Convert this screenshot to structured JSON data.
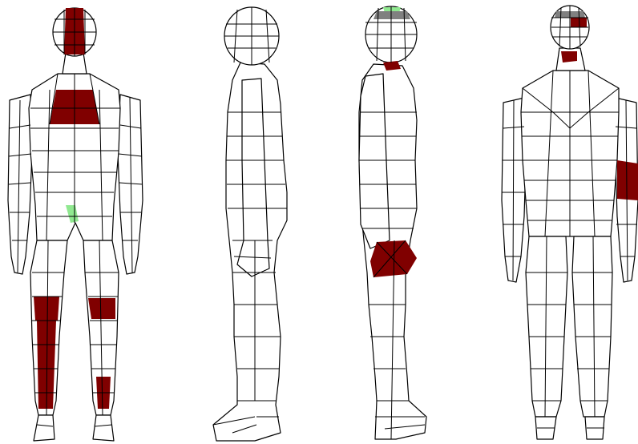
{
  "figure": {
    "type": "body-mesh-diagram",
    "views": [
      {
        "id": "front",
        "marked_regions": [
          "head",
          "chest",
          "groin",
          "left-thigh",
          "right-thigh",
          "left-shin",
          "right-shin"
        ]
      },
      {
        "id": "side-left",
        "marked_regions": []
      },
      {
        "id": "side-right",
        "marked_regions": [
          "crown",
          "neck",
          "hip"
        ]
      },
      {
        "id": "back",
        "marked_regions": [
          "crown",
          "upper-neck",
          "neck",
          "right-forearm"
        ]
      }
    ],
    "colors": {
      "outline": "#000000",
      "mesh_fill": "#ffffff",
      "marked": "#800000",
      "highlight_green": "#90e890",
      "highlight_gray": "#808080"
    }
  }
}
